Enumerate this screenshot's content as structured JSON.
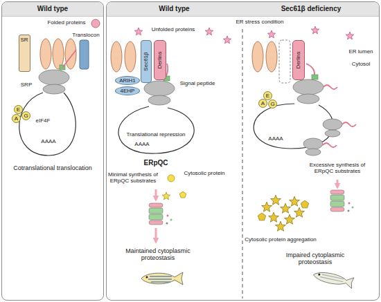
{
  "diagram": {
    "nodes": [
      {
        "text": [
          "Wild type"
        ]
      },
      {
        "text": [
          "SR"
        ],
        "in": 0
      },
      {
        "text": [
          "E"
        ],
        "in": 0
      },
      {
        "text": [
          "G"
        ],
        "in": 0
      },
      {
        "text": [
          "A"
        ],
        "in": 0
      },
      {
        "text": [
          "Wild type",
          "Sec61β deficiency"
        ]
      },
      {
        "text": [
          "Sec61β"
        ],
        "in": 5
      },
      {
        "text": [
          "Derlins"
        ],
        "in": 5
      },
      {
        "text": [
          "ARIH1"
        ],
        "in": 5
      },
      {
        "text": [
          "4EHP"
        ],
        "in": 5
      },
      {
        "text": [
          "Derlins"
        ],
        "in": 5
      },
      {
        "text": [
          "E"
        ],
        "in": 5
      },
      {
        "text": [
          "A"
        ],
        "in": 5
      },
      {
        "text": [
          "G"
        ],
        "in": 5
      }
    ],
    "labels": [
      "Folded proteins",
      "Translocon",
      "SRP",
      "eIF4F",
      "AAAA",
      "Cotranslational translocation",
      "ER stress condition",
      "Unfolded proteins",
      "ER lumen",
      "Cytosol",
      "Signal peptide",
      "Translational repression",
      "AAAA",
      "ERpQC",
      "Minimal synthesis of ERpQC substrates",
      "Cytosolic protein",
      "Maintained cytoplasmic proteostasis",
      "AAAA",
      "Excessive synthesis of ERpQC substrates",
      "Cytosolic protein aggregation",
      "Impaired cytoplasmic proteostasis"
    ]
  }
}
